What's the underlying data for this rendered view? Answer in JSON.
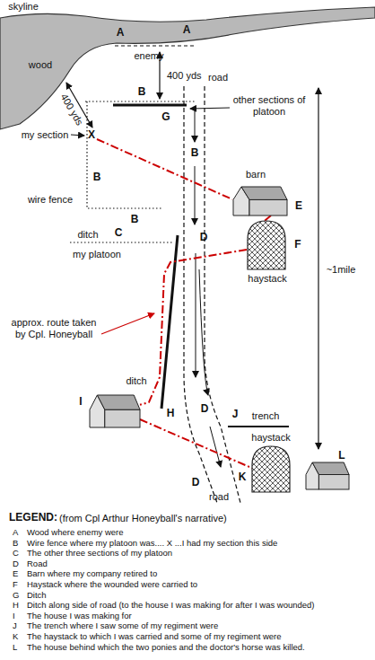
{
  "diagram": {
    "nodes": [
      {
        "text": [
          "barn",
          "E"
        ]
      },
      {
        "text": [
          "haystack",
          "F"
        ]
      },
      {
        "text": [
          "I"
        ]
      },
      {
        "text": [
          "haystack",
          "K"
        ]
      },
      {
        "text": [
          "L"
        ]
      }
    ],
    "edges": [
      {
        "from": 0,
        "to": 1,
        "arrow": "none"
      },
      {
        "from": 1,
        "to": 2,
        "arrow": "none"
      },
      {
        "from": 2,
        "to": 3,
        "arrow": "none"
      }
    ],
    "labels": [
      "skyline",
      "wood",
      "A",
      "A",
      "enemy",
      "400 yds",
      "400 yds",
      "B",
      "road",
      "G",
      "other sections of platoon",
      "my section",
      "X",
      "B",
      "wire fence",
      "B",
      "B",
      "ditch",
      "C",
      "my platoon",
      "D",
      "approx. route taken by Cpl. Honeyball",
      "ditch",
      "H",
      "D",
      "J",
      "trench",
      "D",
      "road",
      "~1mile",
      "LEGEND:",
      "(from Cpl Arthur Honeyball's narrative)",
      "A",
      "Wood where enemy were",
      "B",
      "Wire fence where my platoon was.... X ...I had my section this side",
      "C",
      "The other three sections of my platoon",
      "D",
      "Road",
      "E",
      "Barn where my company retired to",
      "F",
      "Haystack where the wounded were carried to",
      "G",
      "Ditch",
      "H",
      "Ditch along side of road (to the house I was making for after I was wounded)",
      "I",
      "The house I was making for",
      "J",
      "The trench where I saw some of my regiment were",
      "K",
      "The haystack to which I was carried and some of my regiment were",
      "L",
      "The house behind which the two ponies and the doctor's horse was killed."
    ]
  }
}
